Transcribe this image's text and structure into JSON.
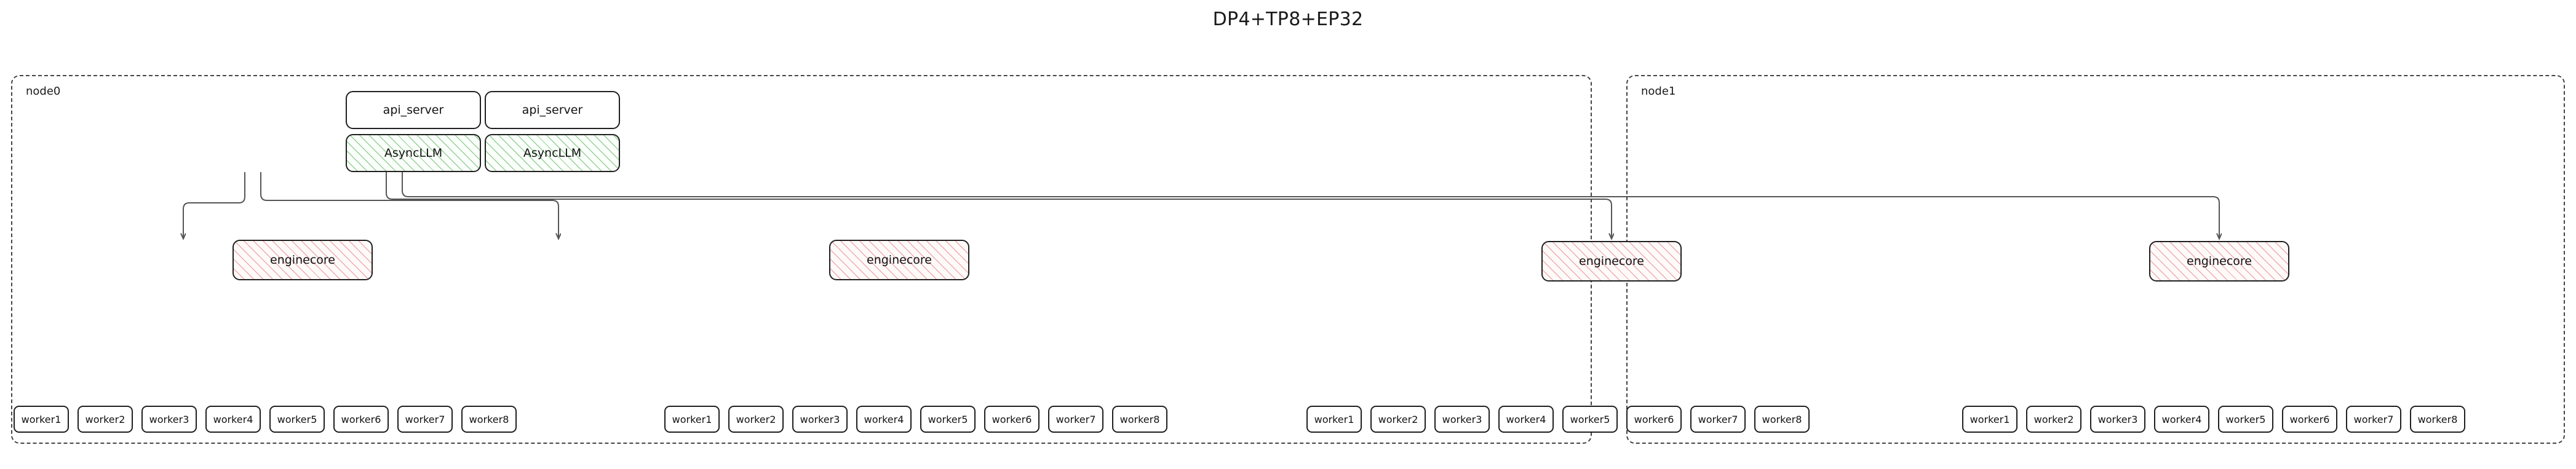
{
  "title": "DP4+TP8+EP32",
  "labels": {
    "api_server": "api_server",
    "asyncllm": "AsyncLLM",
    "enginecore": "enginecore"
  },
  "colors": {
    "background": "#ffffff",
    "text": "#111111",
    "box_border": "#1f1f1f",
    "cluster_border": "#444444",
    "asyncllm_hatch": "#44a844",
    "enginecore_hatch": "#e27878",
    "edge": "#555555"
  },
  "nodes": [
    {
      "id": "node0",
      "label": "node0",
      "servers": [
        {
          "api_server": "api_server",
          "asyncllm": "AsyncLLM"
        },
        {
          "api_server": "api_server",
          "asyncllm": "AsyncLLM"
        }
      ],
      "enginecores": [
        {
          "label": "enginecore"
        },
        {
          "label": "enginecore"
        }
      ],
      "worker_groups": [
        {
          "workers": [
            "worker1",
            "worker2",
            "worker3",
            "worker4",
            "worker5",
            "worker6",
            "worker7",
            "worker8"
          ]
        },
        {
          "workers": [
            "worker1",
            "worker2",
            "worker3",
            "worker4",
            "worker5",
            "worker6",
            "worker7",
            "worker8"
          ]
        }
      ]
    },
    {
      "id": "node1",
      "label": "node1",
      "servers": [],
      "enginecores": [
        {
          "label": "enginecore"
        },
        {
          "label": "enginecore"
        }
      ],
      "worker_groups": [
        {
          "workers": [
            "worker1",
            "worker2",
            "worker3",
            "worker4",
            "worker5",
            "worker6",
            "worker7",
            "worker8"
          ]
        },
        {
          "workers": [
            "worker1",
            "worker2",
            "worker3",
            "worker4",
            "worker5",
            "worker6",
            "worker7",
            "worker8"
          ]
        }
      ]
    }
  ]
}
